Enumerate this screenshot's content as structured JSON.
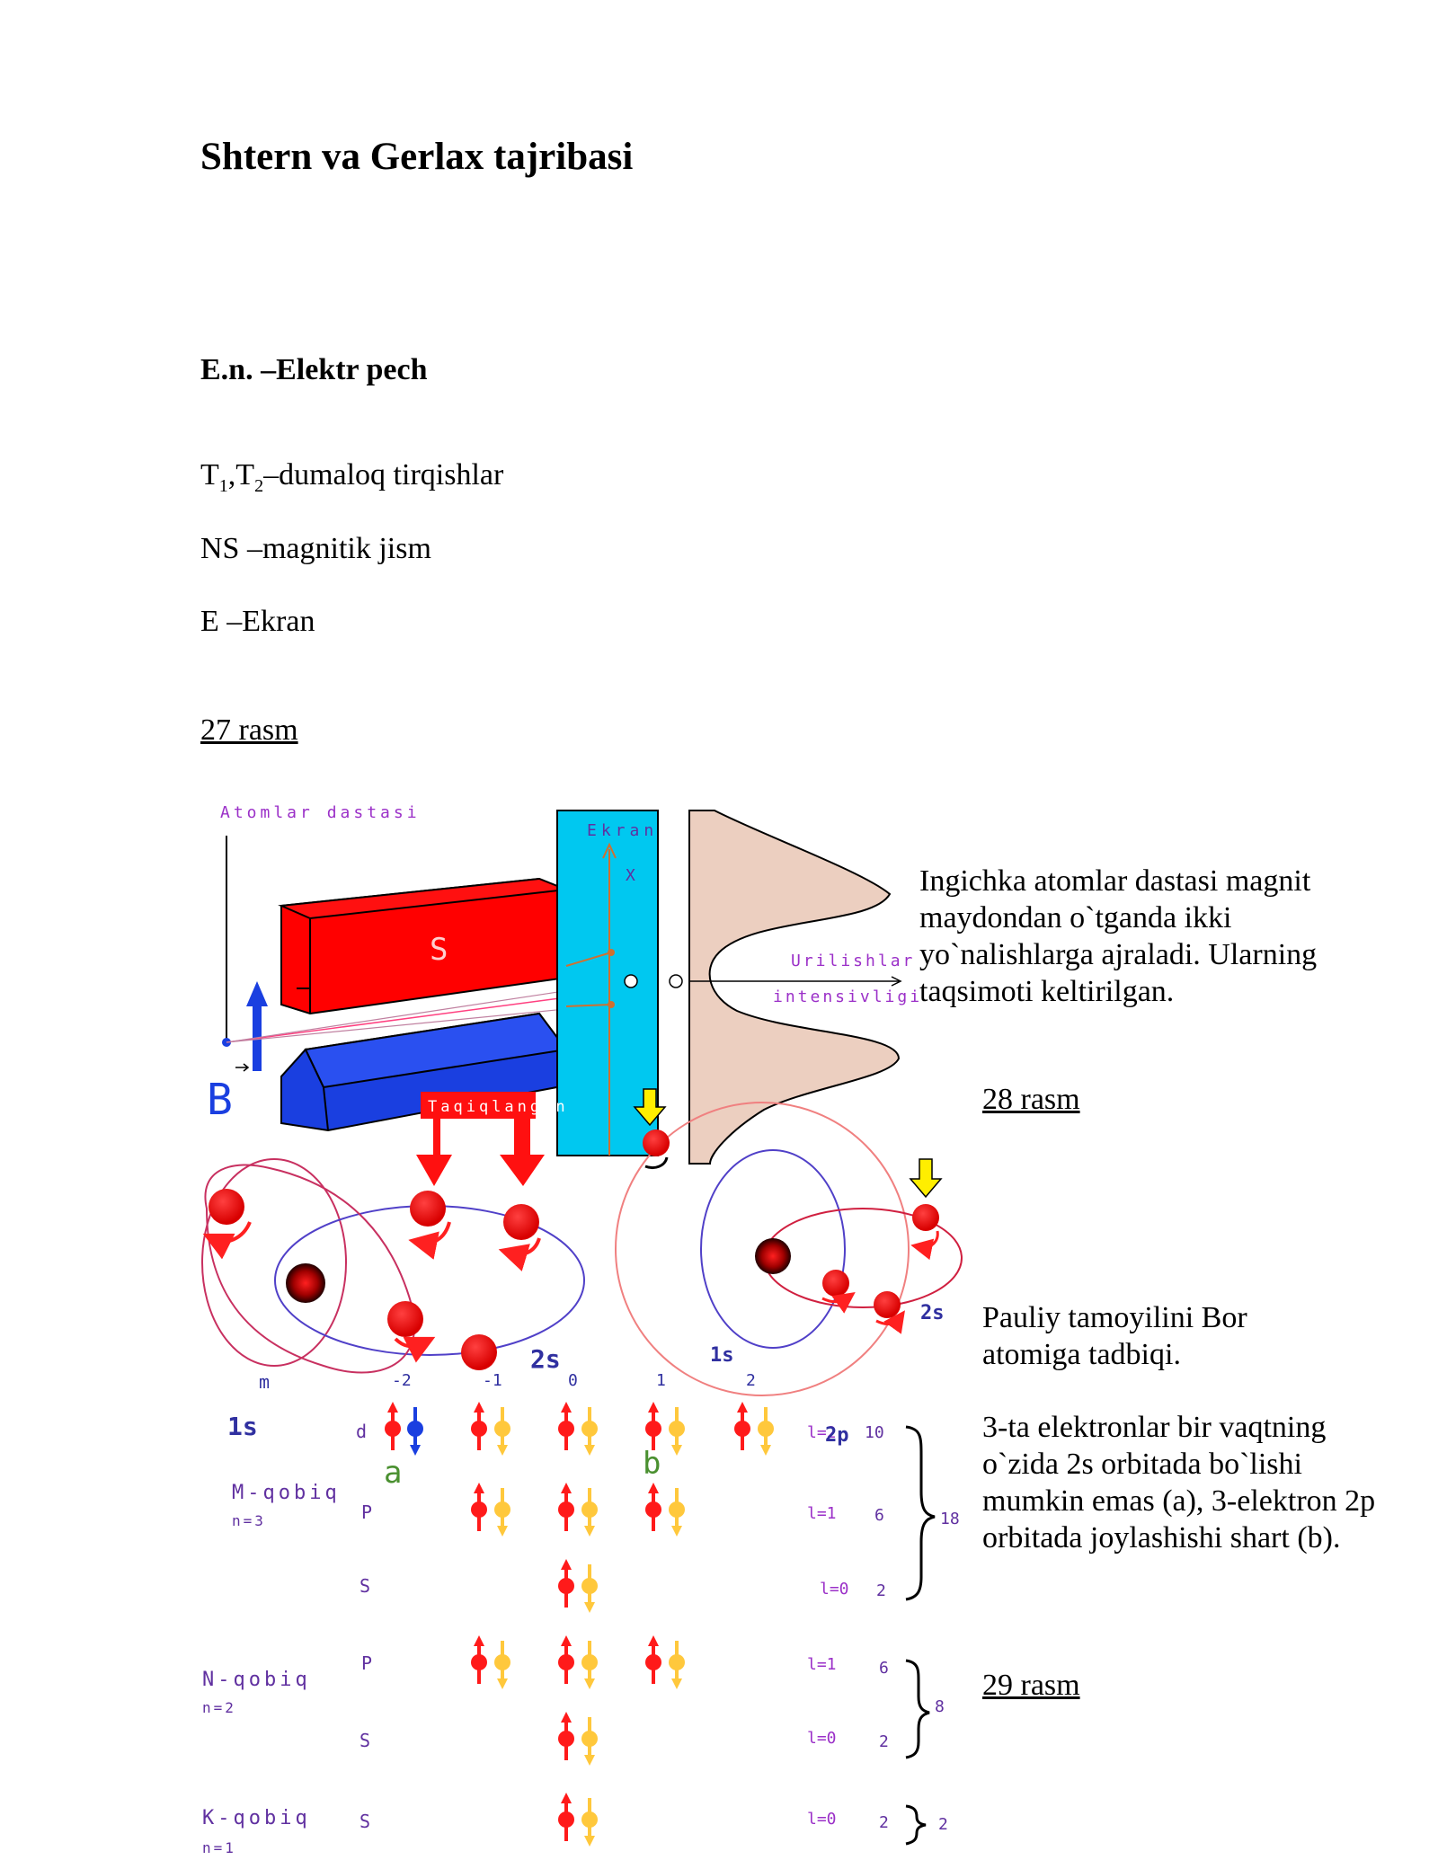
{
  "title": "Shtern va Gerlax tajribasi",
  "legend": {
    "en": "E.n. –Elektr pech",
    "t_main": "T",
    "t_sub1": "1",
    "t_sep": ",T",
    "t_sub2": "2",
    "t_rest": "–dumaloq tirqishlar",
    "ns": "NS –magnitik jism",
    "e": "E –Ekran"
  },
  "captions": {
    "fig27": "27 rasm",
    "fig28": "28 rasm",
    "fig29": "29 rasm"
  },
  "paragraphs": {
    "p28": "Ingichka atomlar dastasi magnit maydondan o`tganda ikki yo`nalishlarga ajraladi. Ularning taqsimoti keltirilgan.",
    "pauli": "Pauliy tamoyilini Bor atomiga tadbiqi.",
    "three_e": "3-ta elektronlar bir vaqtning o`zida 2s orbitada bo`lishi mumkin emas (a), 3-elektron 2p orbitada joylashishi shart (b)."
  },
  "figure": {
    "atomlar_dastasi": "Atomlar dastasi",
    "ekran": "Ekran",
    "x_axis": "X",
    "s_label": "S",
    "b_label": "B",
    "urilishlar": "Urilishlar",
    "intensivligi": "intensivligi",
    "taqiqlangan": "Taqiqlangan",
    "m_label": "m",
    "label_1s_left": "1s",
    "label_2s_left": "2s",
    "label_1s_right": "1s",
    "label_2s_right": "2s",
    "m_values": [
      "-2",
      "-1",
      "0",
      "1",
      "2"
    ],
    "a_label": "a",
    "b_small": "b",
    "shells": [
      {
        "name": "M-qobiq",
        "n": "n=3"
      },
      {
        "name": "N-qobiq",
        "n": "n=2"
      },
      {
        "name": "K-qobiq",
        "n": "n=1"
      }
    ],
    "subshells": [
      "d",
      "P",
      "S",
      "P",
      "S",
      "S"
    ],
    "l_values": [
      "l=2",
      "l=1",
      "l=0",
      "l=1",
      "l=0",
      "l=0"
    ],
    "counts": [
      "10",
      "6",
      "2",
      "6",
      "2",
      "2"
    ],
    "totals": [
      "18",
      "8",
      "2"
    ],
    "label_2p": "2p"
  },
  "colors": {
    "s_magnet": "#ff0000",
    "n_magnet": "#1a3fe0",
    "screen": "#00c8f0",
    "distribution": "#eccfc0",
    "spin_up": "#ff1a1a",
    "spin_down": "#ffc83c",
    "label_purple": "#9b30c8"
  }
}
